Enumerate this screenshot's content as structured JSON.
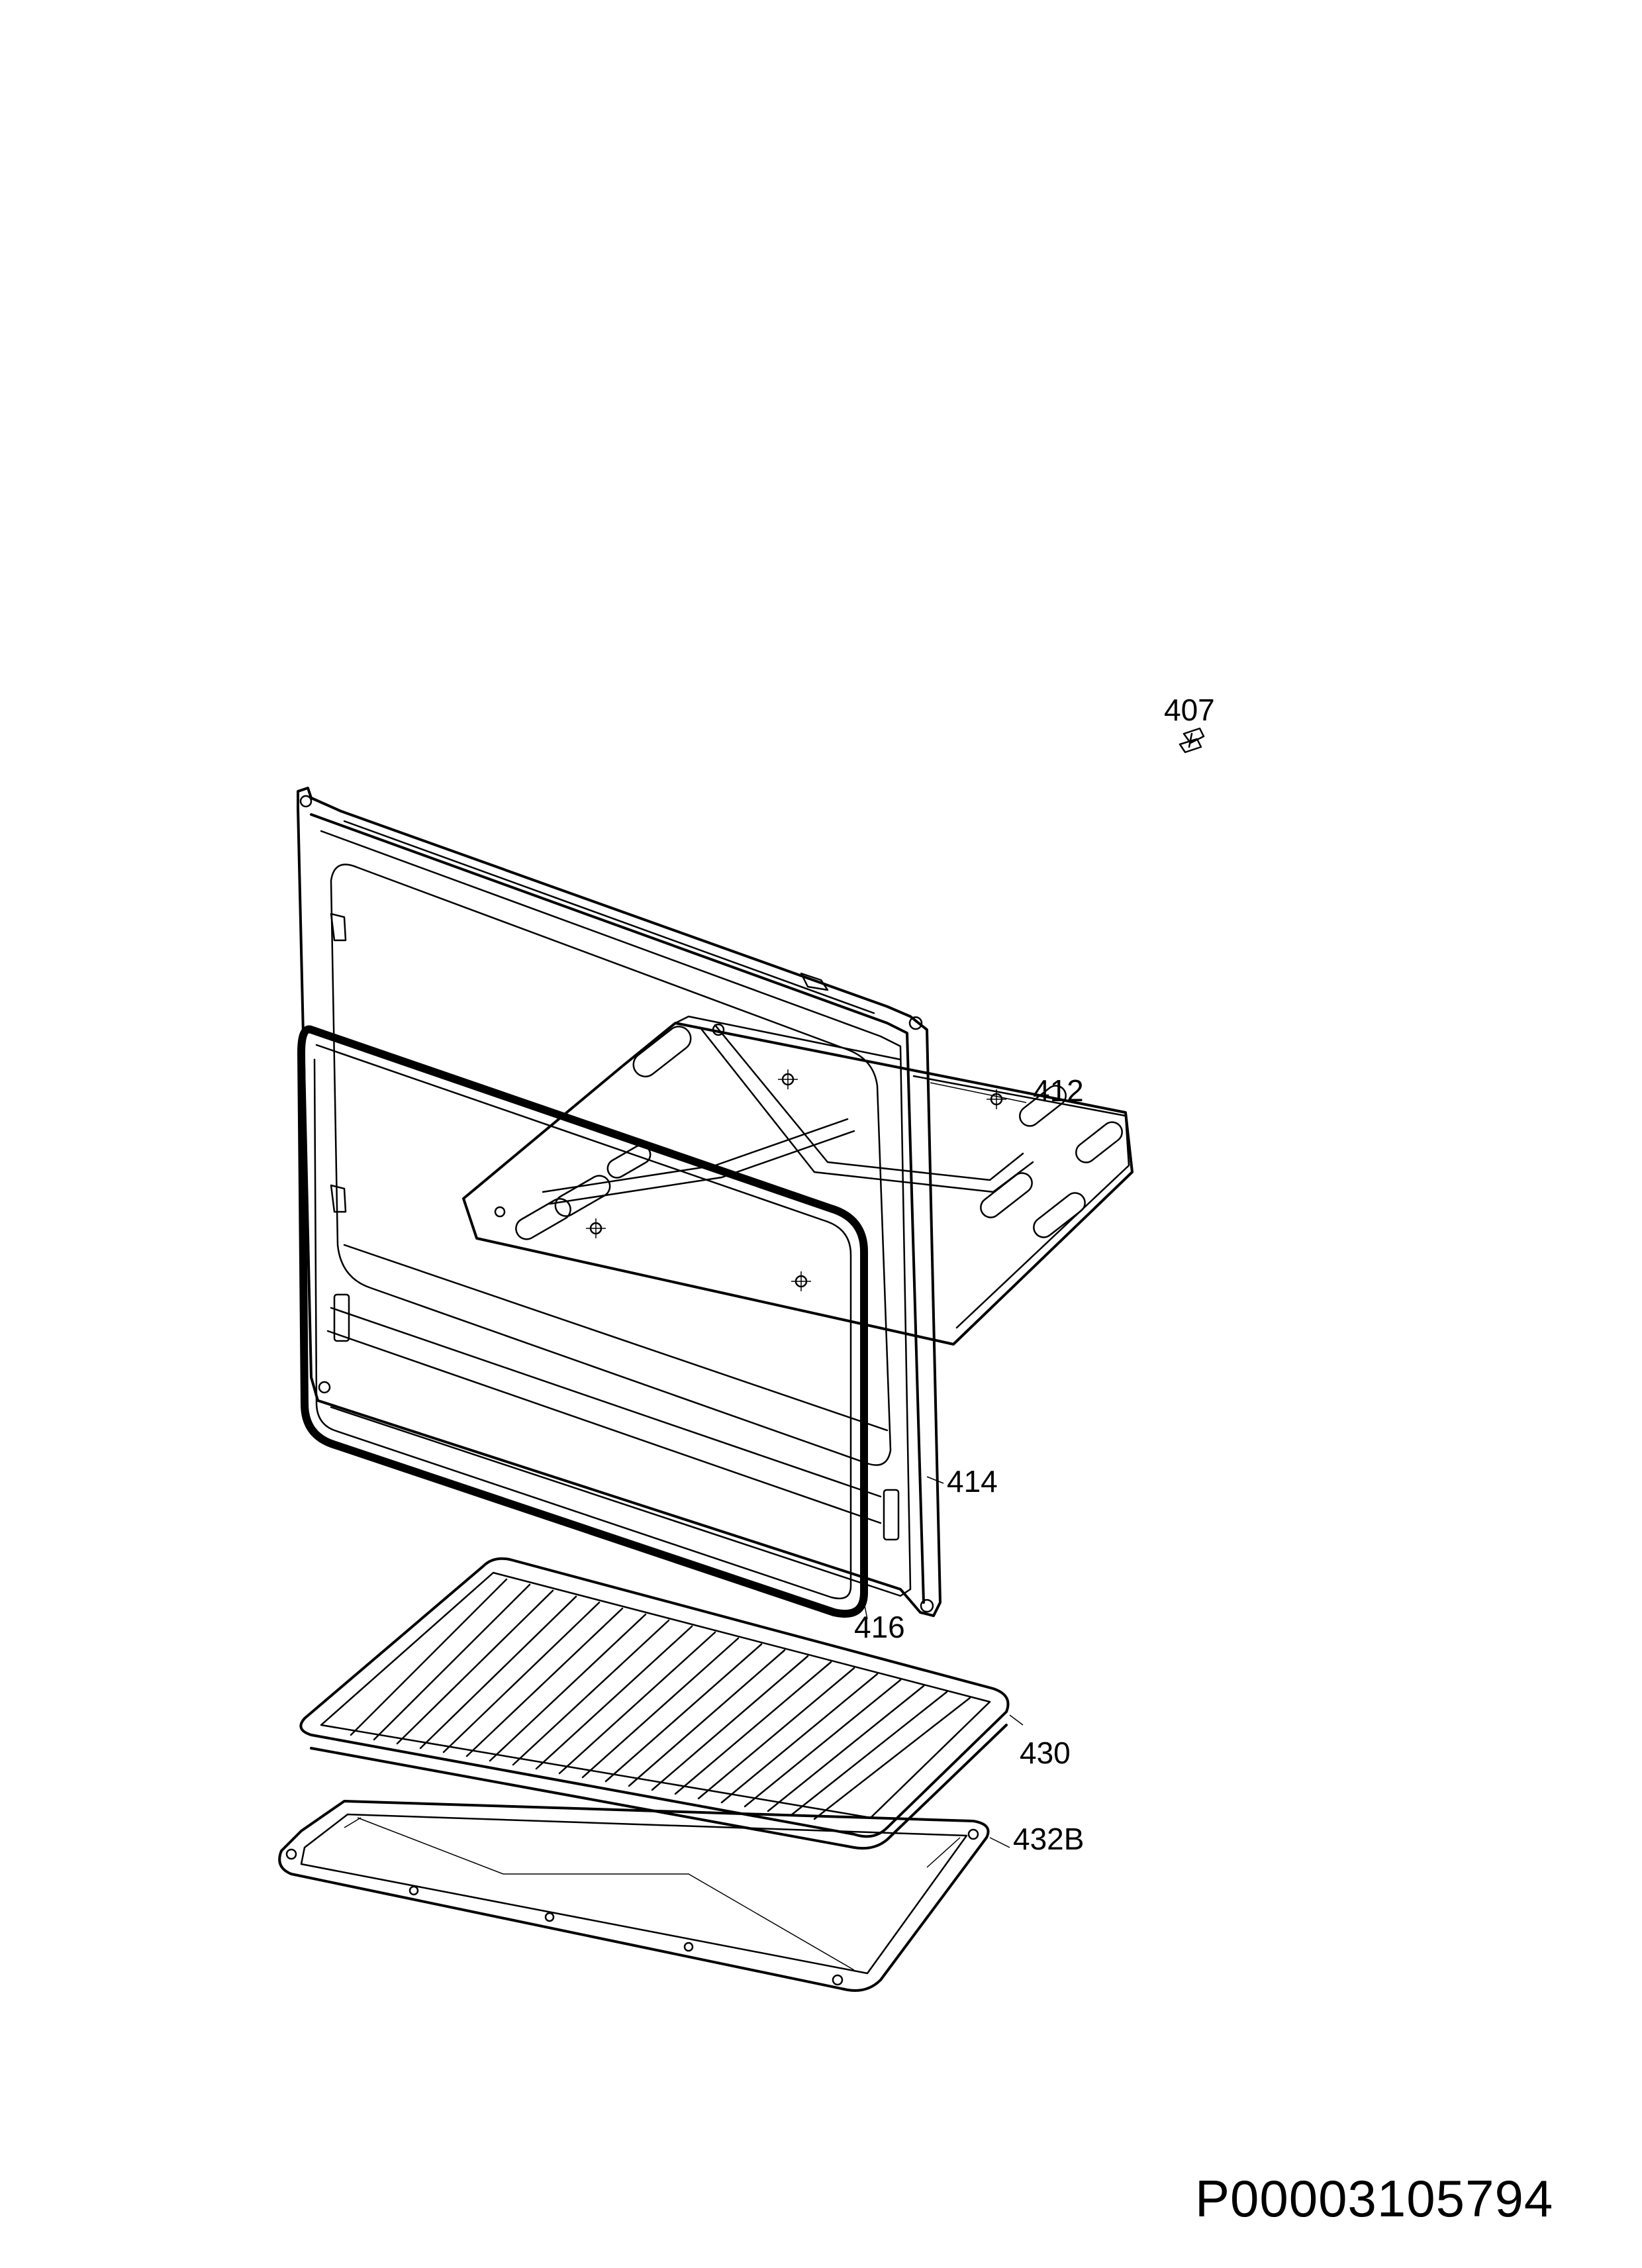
{
  "parts": [
    {
      "id": "407",
      "label": "407"
    },
    {
      "id": "412",
      "label": "412"
    },
    {
      "id": "414",
      "label": "414"
    },
    {
      "id": "416",
      "label": "416"
    },
    {
      "id": "430",
      "label": "430"
    },
    {
      "id": "432B",
      "label": "432B"
    }
  ],
  "drawing_code": "P00003105794"
}
